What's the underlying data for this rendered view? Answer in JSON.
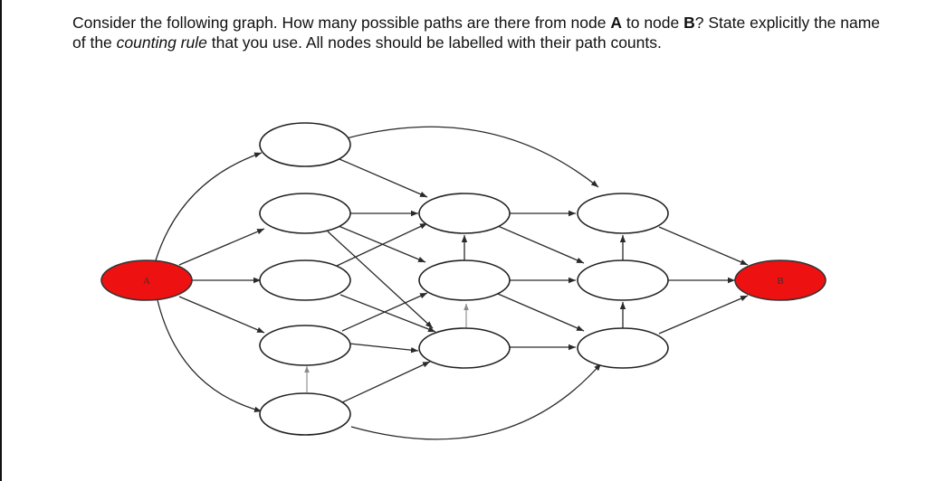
{
  "question": {
    "t1": "Consider the following graph. How many possible paths are there from node ",
    "a": "A",
    "t2": " to node ",
    "b": "B",
    "t3": "? State explicitly the name of the ",
    "rule": "counting rule",
    "t4": " that you use. All nodes should be labelled with their path counts."
  },
  "graph": {
    "start_node": "A",
    "end_node": "B",
    "node_fill": "#ee1111",
    "other_nodes_fill": "#ffffff"
  }
}
